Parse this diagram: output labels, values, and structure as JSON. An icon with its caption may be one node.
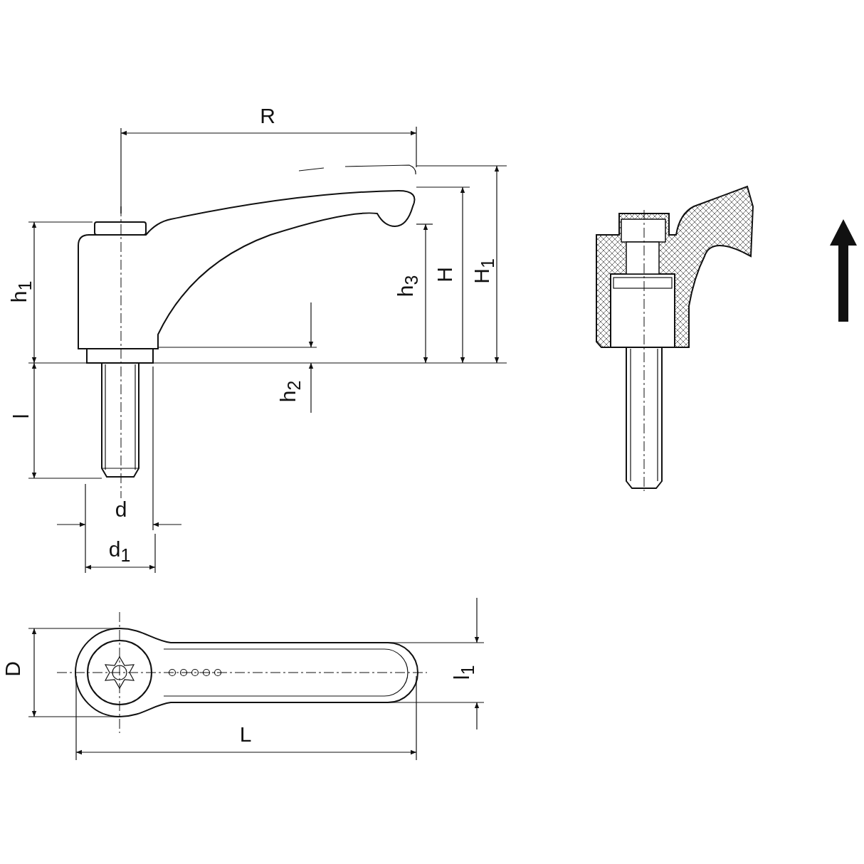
{
  "diagram": {
    "labels": [
      "R",
      "h$_{1}$",
      "h$_{3}$",
      "H",
      "H$_{1}$",
      "h$_{2}$",
      "l",
      "d",
      "d$_{1}$",
      "D",
      "l$_{1}$",
      "L"
    ]
  }
}
